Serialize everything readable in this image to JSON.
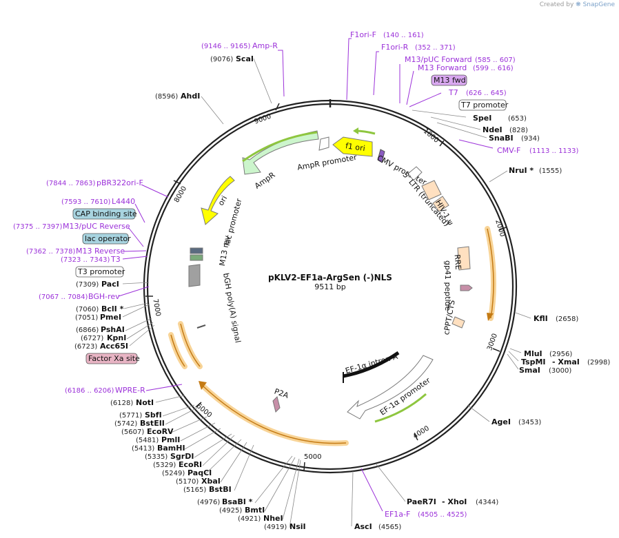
{
  "credit": {
    "prefix": "Created by",
    "brand": "SnapGene"
  },
  "plasmid": {
    "name": "pKLV2-EF1a-ArgSen (-)NLS",
    "length": "9511 bp"
  },
  "ticks": [
    "1000",
    "2000",
    "3000",
    "4000",
    "5000",
    "6000",
    "7000",
    "8000",
    "9000"
  ],
  "right_sites": [
    {
      "name": "SpeI",
      "pos": "(653)"
    },
    {
      "name": "NdeI",
      "pos": "(828)"
    },
    {
      "name": "SnaBI",
      "pos": "(934)"
    },
    {
      "name": "NruI *",
      "pos": "(1555)"
    },
    {
      "name": "KflI",
      "pos": "(2658)"
    },
    {
      "name": "MluI",
      "pos": "(2956)"
    },
    {
      "name": "TspMI",
      "pos": "- XmaI"
    },
    {
      "name": "(2998)",
      "pos": ""
    },
    {
      "name": "SmaI",
      "pos": "(3000)"
    },
    {
      "name": "AgeI",
      "pos": "(3453)"
    },
    {
      "name": "PaeR7I",
      "pos": "- XhoI"
    },
    {
      "name": "(4344)",
      "pos": ""
    },
    {
      "name": "AscI",
      "pos": "(4565)"
    }
  ],
  "left_sites": [
    {
      "pos": "(9076)",
      "name": "ScaI"
    },
    {
      "pos": "(8596)",
      "name": "AhdI"
    },
    {
      "pos": "(7309)",
      "name": "PacI"
    },
    {
      "pos": "(7060)",
      "name": "BclI *"
    },
    {
      "pos": "(7051)",
      "name": "PmeI"
    },
    {
      "pos": "(6866)",
      "name": "PshAI"
    },
    {
      "pos": "(6727)",
      "name": "KpnI"
    },
    {
      "pos": "(6723)",
      "name": "Acc65I"
    },
    {
      "pos": "(6128)",
      "name": "NotI"
    },
    {
      "pos": "(5771)",
      "name": "SbfI"
    },
    {
      "pos": "(5742)",
      "name": "BstEII"
    },
    {
      "pos": "(5607)",
      "name": "EcoRV"
    },
    {
      "pos": "(5481)",
      "name": "PmlI"
    },
    {
      "pos": "(5413)",
      "name": "BamHI"
    },
    {
      "pos": "(5335)",
      "name": "SgrDI"
    },
    {
      "pos": "(5329)",
      "name": "EcoRI"
    },
    {
      "pos": "(5249)",
      "name": "PaqCI"
    },
    {
      "pos": "(5170)",
      "name": "XbaI"
    },
    {
      "pos": "(5165)",
      "name": "BstBI"
    },
    {
      "pos": "(4976)",
      "name": "BsaBI *"
    },
    {
      "pos": "(4925)",
      "name": "BmtI"
    },
    {
      "pos": "(4921)",
      "name": "NheI"
    },
    {
      "pos": "(4919)",
      "name": "NsiI"
    }
  ],
  "primers": [
    {
      "name": "Amp-R",
      "pos": "(9146 .. 9165)"
    },
    {
      "name": "F1ori-F",
      "pos": "(140 .. 161)"
    },
    {
      "name": "F1ori-R",
      "pos": "(352 .. 371)"
    },
    {
      "name": "M13/pUC Forward",
      "pos": "(585 .. 607)"
    },
    {
      "name": "M13 Forward",
      "pos": "(599 .. 616)"
    },
    {
      "name": "T7",
      "pos": "(626 .. 645)"
    },
    {
      "name": "CMV-F",
      "pos": "(1113 .. 1133)"
    },
    {
      "name": "pBR322ori-F",
      "pos": "(7844 .. 7863)"
    },
    {
      "name": "L4440",
      "pos": "(7593 .. 7610)"
    },
    {
      "name": "M13/pUC Reverse",
      "pos": "(7375 .. 7397)"
    },
    {
      "name": "M13 Reverse",
      "pos": "(7362 .. 7378)"
    },
    {
      "name": "T3",
      "pos": "(7323 .. 7343)"
    },
    {
      "name": "BGH-rev",
      "pos": "(7067 .. 7084)"
    },
    {
      "name": "WPRE-R",
      "pos": "(6186 .. 6206)"
    },
    {
      "name": "EF1a-F",
      "pos": "(4505 .. 4525)"
    }
  ],
  "boxed_labels": [
    {
      "name": "M13 fwd",
      "color": "#d9a8f0"
    },
    {
      "name": "T7 promoter",
      "color": "#ffffff"
    },
    {
      "name": "CAP binding site",
      "color": "#a8d4e0"
    },
    {
      "name": "lac operator",
      "color": "#a8d4e0"
    },
    {
      "name": "T3 promoter",
      "color": "#ffffff"
    },
    {
      "name": "Factor Xa site",
      "color": "#e8b4c4"
    }
  ],
  "features": [
    "f1 ori",
    "AmpR promoter",
    "AmpR",
    "ori",
    "CMV promoter",
    "5' LTR (truncated)",
    "HIV-1 ψ",
    "RRE",
    "gp41 peptide",
    "cPPT/CTS",
    "EF-1α intron A",
    "EF-1α promoter",
    "P2A",
    "lac promoter",
    "M13 rev",
    "bGH poly(A) signal"
  ],
  "colors": {
    "primer": "#9b30d9",
    "backbone": "#222222",
    "ampr": "#ccf5cc",
    "ori": "#ffff00",
    "feature": "#ffe0c0",
    "wpre": "#f5c26b"
  }
}
